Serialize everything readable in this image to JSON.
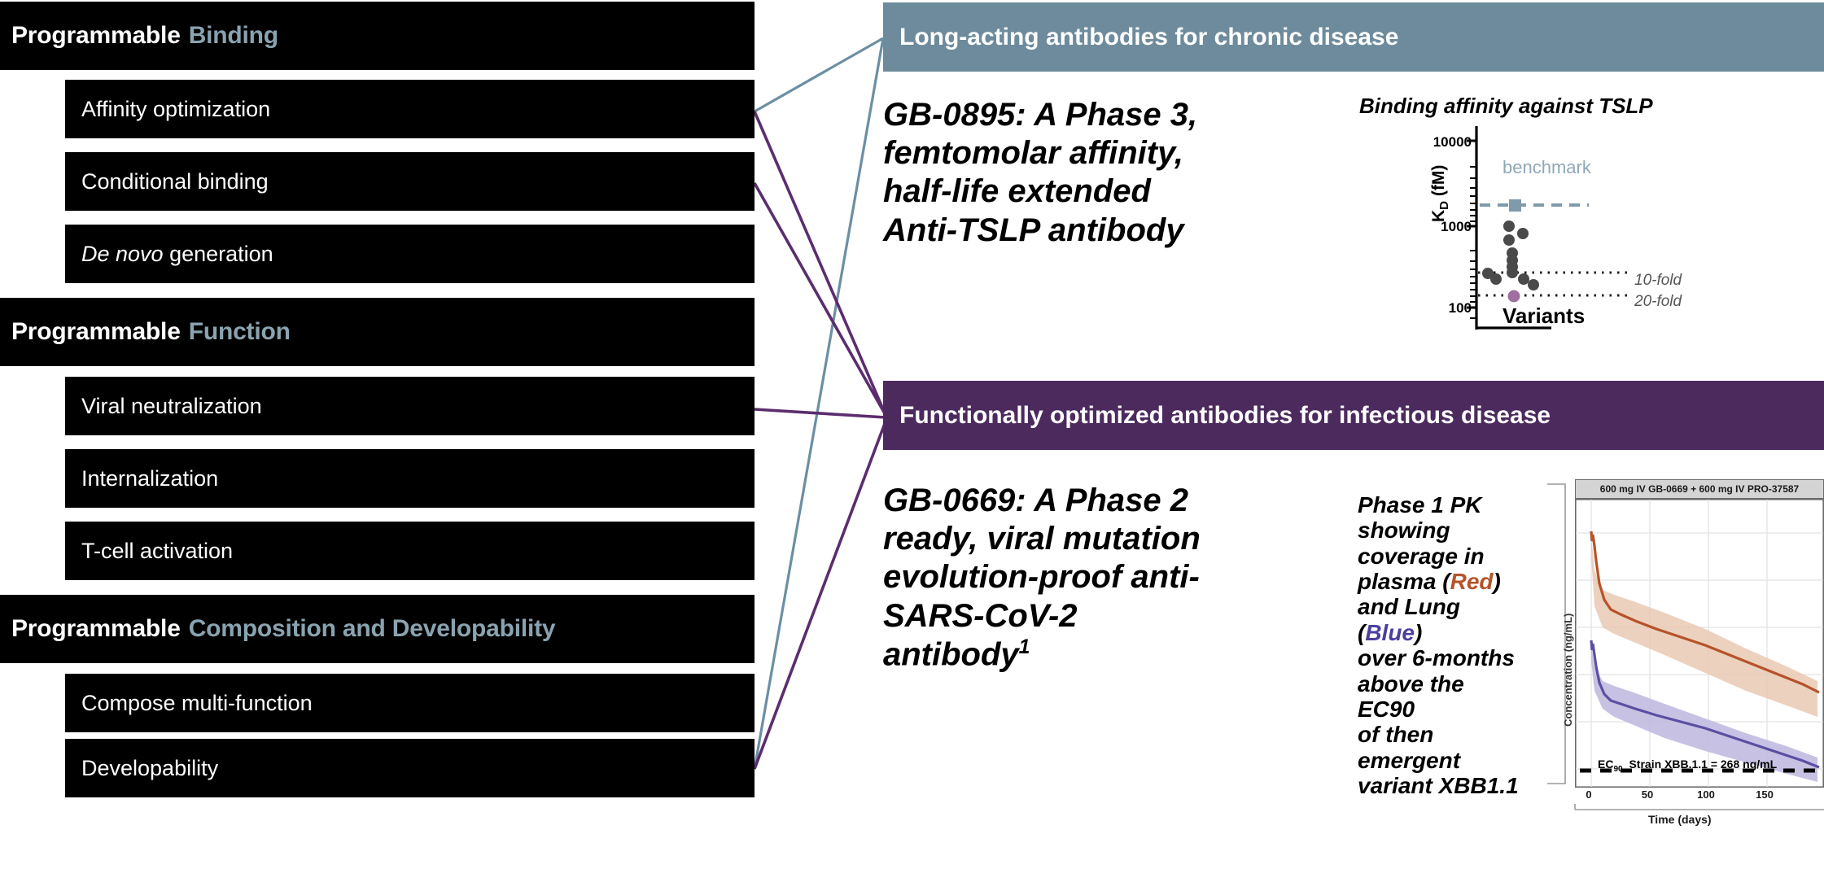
{
  "left_column": {
    "groups": [
      {
        "header_main": "Programmable",
        "header_accent": "Binding",
        "items": [
          {
            "label": "Affinity optimization",
            "italic_prefix": ""
          },
          {
            "label": "Conditional binding",
            "italic_prefix": ""
          },
          {
            "label": "generation",
            "italic_prefix": "De novo"
          }
        ]
      },
      {
        "header_main": "Programmable",
        "header_accent": "Function",
        "items": [
          {
            "label": "Viral neutralization",
            "italic_prefix": ""
          },
          {
            "label": "Internalization",
            "italic_prefix": ""
          },
          {
            "label": "T-cell activation",
            "italic_prefix": ""
          }
        ]
      },
      {
        "header_main": "Programmable",
        "header_accent": "Composition and Developability",
        "items": [
          {
            "label": "Compose multi-function",
            "italic_prefix": ""
          },
          {
            "label": "Developability",
            "italic_prefix": ""
          }
        ]
      }
    ]
  },
  "panels": [
    {
      "title": "Long-acting antibodies for chronic disease",
      "color": "#6d8b9c",
      "headline_lines": [
        "GB-0895: A Phase 3,",
        "femtomolar affinity,",
        "half-life extended",
        "Anti-TSLP antibody"
      ]
    },
    {
      "title": "Functionally optimized antibodies for infectious disease",
      "color": "#4c2a5e",
      "headline_lines": [
        "GB-0669: A Phase 2",
        "ready, viral mutation",
        "evolution-proof anti-",
        "SARS-CoV-2",
        "antibody"
      ],
      "headline_superscript": "1"
    }
  ],
  "pk_caption": {
    "line1": "Phase 1 PK",
    "line2": "showing",
    "line3": "coverage in",
    "line4_pre": "plasma (",
    "line4_red": "Red",
    "line4_post": ")",
    "line5_pre": "and Lung (",
    "line5_blue": "Blue",
    "line5_post": ")",
    "line6": "over 6-months",
    "line7": "above the EC90",
    "line8": "of then",
    "line9": "emergent",
    "line10": "variant XBB1.1",
    "red_hex": "#b5532a",
    "blue_hex": "#4a3f9e"
  },
  "chart_data": [
    {
      "type": "scatter",
      "title": "Binding affinity against TSLP",
      "xlabel": "Variants",
      "ylabel": "K_D (fM)",
      "ylabel_display": "K",
      "ylabel_sub": "D",
      "ylabel_unit": " (fM)",
      "yscale": "log",
      "ylim": [
        80,
        12000
      ],
      "ytick_labels": [
        "10000",
        "1000",
        "100"
      ],
      "ytick_values": [
        10000,
        1000,
        100
      ],
      "grid": false,
      "legend_position": "inline-annotations",
      "series": [
        {
          "name": "Variants",
          "color": "#4a4a4a",
          "points": [
            {
              "x": 0.42,
              "y": 1020
            },
            {
              "x": 0.42,
              "y": 720
            },
            {
              "x": 0.6,
              "y": 860
            },
            {
              "x": 0.42,
              "y": 450
            },
            {
              "x": 0.42,
              "y": 380
            },
            {
              "x": 0.42,
              "y": 310
            },
            {
              "x": 0.42,
              "y": 255
            },
            {
              "x": 0.14,
              "y": 235
            },
            {
              "x": 0.34,
              "y": 208
            },
            {
              "x": 0.5,
              "y": 208
            },
            {
              "x": 0.72,
              "y": 185
            }
          ]
        },
        {
          "name": "20-fold variant",
          "color": "#a06fa0",
          "points": [
            {
              "x": 0.46,
              "y": 108
            }
          ]
        },
        {
          "name": "benchmark",
          "color": "#7e9aab",
          "marker": "square",
          "points": [
            {
              "x": 0.46,
              "y": 2050
            }
          ]
        }
      ],
      "annotations": [
        {
          "text": "benchmark",
          "y": 3600,
          "color": "#8fa8b6",
          "style": "plain"
        },
        {
          "text": "10-fold",
          "y": 212,
          "color": "#555555",
          "style": "italic-dotted-line"
        },
        {
          "text": "20-fold",
          "y": 108,
          "color": "#555555",
          "style": "italic-dotted-line"
        }
      ],
      "reference_lines": [
        {
          "label": "benchmark",
          "y": 2050,
          "style": "dashed",
          "color": "#7e9aab"
        },
        {
          "label": "10-fold",
          "y": 212,
          "style": "dotted",
          "color": "#333333"
        },
        {
          "label": "20-fold",
          "y": 108,
          "style": "dotted",
          "color": "#333333"
        }
      ]
    },
    {
      "type": "line",
      "title": "600 mg IV GB-0669 + 600 mg IV PRO-37587",
      "xlabel": "Time (days)",
      "ylabel": "Concentration (ng/mL)",
      "xtick_labels": [
        "0",
        "50",
        "100",
        "150"
      ],
      "xtick_values": [
        0,
        50,
        100,
        150
      ],
      "xlim": [
        0,
        185
      ],
      "yscale": "log",
      "grid": true,
      "threshold": {
        "label": "EC",
        "label_sub": "90",
        "label_rest": "_Strain XBB.1.1 = 268 ng/mL",
        "value": 268,
        "style": "dashed",
        "color": "#000000"
      },
      "series": [
        {
          "name": "Plasma",
          "color": "#b5532a",
          "band_color": "#f0d5c4",
          "x": [
            0,
            2,
            4,
            8,
            15,
            30,
            50,
            75,
            100,
            125,
            150,
            175,
            185
          ],
          "y": [
            22000,
            20000,
            9000,
            7600,
            7000,
            6000,
            5000,
            4000,
            3200,
            2500,
            2000,
            1650,
            1550
          ]
        },
        {
          "name": "Lung",
          "color": "#5a4fa3",
          "band_color": "#c9c5e4",
          "x": [
            0,
            2,
            4,
            8,
            15,
            30,
            50,
            75,
            100,
            125,
            150,
            175,
            185
          ],
          "y": [
            2600,
            2400,
            1200,
            1000,
            950,
            820,
            700,
            570,
            470,
            390,
            330,
            290,
            275
          ]
        }
      ]
    }
  ]
}
